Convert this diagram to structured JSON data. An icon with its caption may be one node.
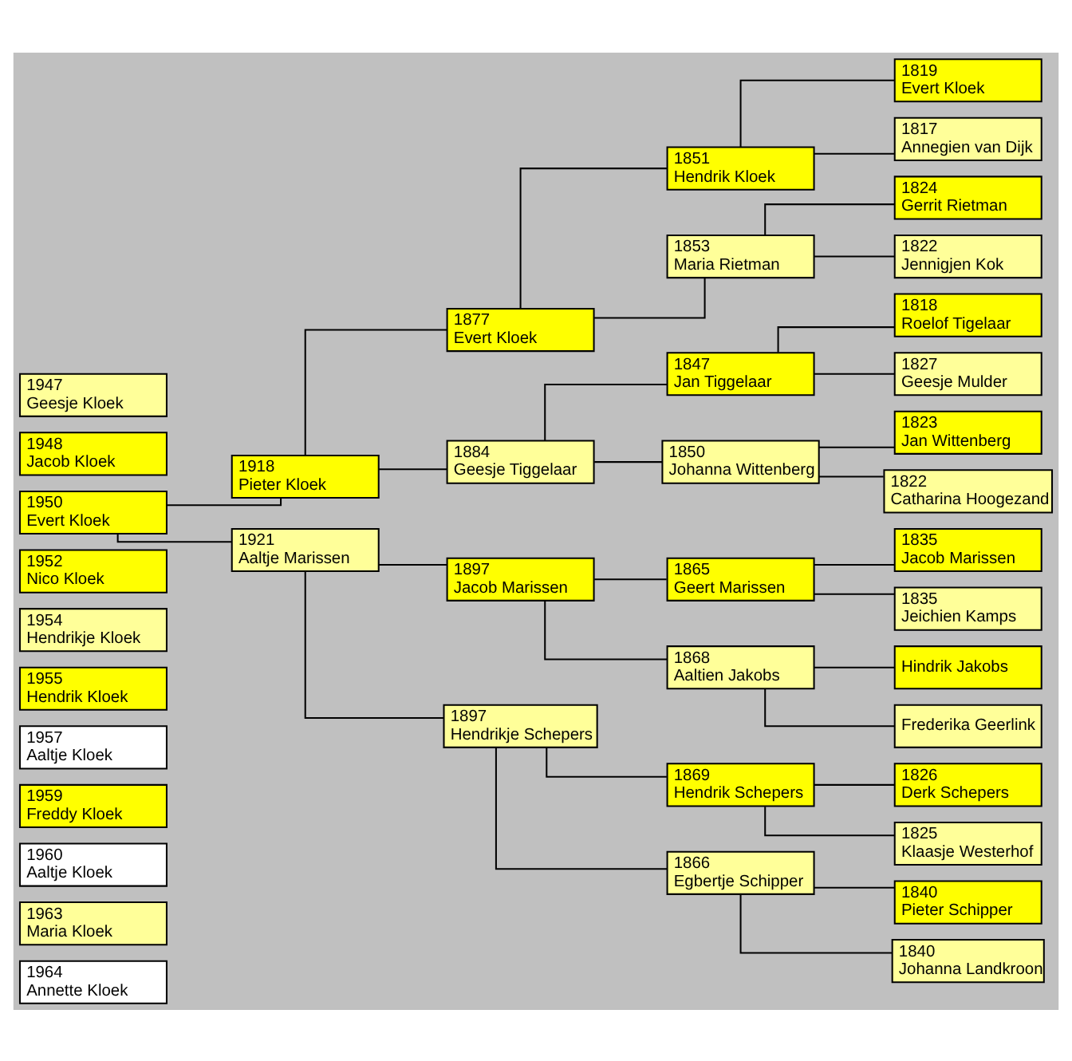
{
  "diagram": {
    "nodes": [
      {
        "text": [
          "1947",
          "Geesje Kloek"
        ]
      },
      {
        "text": [
          "1948",
          "Jacob Kloek"
        ]
      },
      {
        "text": [
          "1950",
          "Evert Kloek"
        ]
      },
      {
        "text": [
          "1952",
          "Nico Kloek"
        ]
      },
      {
        "text": [
          "1954",
          "Hendrikje Kloek"
        ]
      },
      {
        "text": [
          "1955",
          "Hendrik Kloek"
        ]
      },
      {
        "text": [
          "1957",
          "Aaltje Kloek"
        ]
      },
      {
        "text": [
          "1959",
          "Freddy Kloek"
        ]
      },
      {
        "text": [
          "1960",
          "Aaltje Kloek"
        ]
      },
      {
        "text": [
          "1963",
          "Maria Kloek"
        ]
      },
      {
        "text": [
          "1964",
          "Annette Kloek"
        ]
      },
      {
        "text": [
          "1918",
          "Pieter Kloek"
        ]
      },
      {
        "text": [
          "1921",
          "Aaltje Marissen"
        ]
      },
      {
        "text": [
          "1877",
          "Evert Kloek"
        ]
      },
      {
        "text": [
          "1884",
          "Geesje Tiggelaar"
        ]
      },
      {
        "text": [
          "1897",
          "Jacob Marissen"
        ]
      },
      {
        "text": [
          "1897",
          "Hendrikje Schepers"
        ]
      },
      {
        "text": [
          "1851",
          "Hendrik Kloek"
        ]
      },
      {
        "text": [
          "1853",
          "Maria Rietman"
        ]
      },
      {
        "text": [
          "1847",
          "Jan Tiggelaar"
        ]
      },
      {
        "text": [
          "1850",
          "Johanna Wittenberg"
        ]
      },
      {
        "text": [
          "1865",
          "Geert Marissen"
        ]
      },
      {
        "text": [
          "1868",
          "Aaltien Jakobs"
        ]
      },
      {
        "text": [
          "1869",
          "Hendrik Schepers"
        ]
      },
      {
        "text": [
          "1866",
          "Egbertje Schipper"
        ]
      },
      {
        "text": [
          "1819",
          "Evert Kloek"
        ]
      },
      {
        "text": [
          "1817",
          "Annegien van Dijk"
        ]
      },
      {
        "text": [
          "1824",
          "Gerrit Rietman"
        ]
      },
      {
        "text": [
          "1822",
          "Jennigjen Kok"
        ]
      },
      {
        "text": [
          "1818",
          "Roelof Tigelaar"
        ]
      },
      {
        "text": [
          "1827",
          "Geesje Mulder"
        ]
      },
      {
        "text": [
          "1823",
          "Jan Wittenberg"
        ]
      },
      {
        "text": [
          "1822",
          "Catharina Hoogezand"
        ]
      },
      {
        "text": [
          "1835",
          "Jacob Marissen"
        ]
      },
      {
        "text": [
          "1835",
          "Jeichien Kamps"
        ]
      },
      {
        "text": [
          "Hindrik Jakobs"
        ]
      },
      {
        "text": [
          "Frederika Geerlink"
        ]
      },
      {
        "text": [
          "1826",
          "Derk Schepers"
        ]
      },
      {
        "text": [
          "1825",
          "Klaasje Westerhof"
        ]
      },
      {
        "text": [
          "1840",
          "Pieter Schipper"
        ]
      },
      {
        "text": [
          "1840",
          "Johanna Landkroon"
        ]
      }
    ],
    "edges": [
      {
        "from": 2,
        "to": 11,
        "arrow": "none"
      },
      {
        "from": 2,
        "to": 12,
        "arrow": "none"
      },
      {
        "from": 11,
        "to": 13,
        "arrow": "none"
      },
      {
        "from": 11,
        "to": 14,
        "arrow": "none"
      },
      {
        "from": 12,
        "to": 15,
        "arrow": "none"
      },
      {
        "from": 12,
        "to": 16,
        "arrow": "none"
      },
      {
        "from": 13,
        "to": 17,
        "arrow": "none"
      },
      {
        "from": 13,
        "to": 18,
        "arrow": "none"
      },
      {
        "from": 14,
        "to": 19,
        "arrow": "none"
      },
      {
        "from": 14,
        "to": 20,
        "arrow": "none"
      },
      {
        "from": 15,
        "to": 21,
        "arrow": "none"
      },
      {
        "from": 15,
        "to": 22,
        "arrow": "none"
      },
      {
        "from": 16,
        "to": 23,
        "arrow": "none"
      },
      {
        "from": 16,
        "to": 24,
        "arrow": "none"
      },
      {
        "from": 17,
        "to": 25,
        "arrow": "none"
      },
      {
        "from": 17,
        "to": 26,
        "arrow": "none"
      },
      {
        "from": 18,
        "to": 27,
        "arrow": "none"
      },
      {
        "from": 18,
        "to": 28,
        "arrow": "none"
      },
      {
        "from": 19,
        "to": 29,
        "arrow": "none"
      },
      {
        "from": 19,
        "to": 30,
        "arrow": "none"
      },
      {
        "from": 20,
        "to": 31,
        "arrow": "none"
      },
      {
        "from": 20,
        "to": 32,
        "arrow": "none"
      },
      {
        "from": 21,
        "to": 33,
        "arrow": "none"
      },
      {
        "from": 21,
        "to": 34,
        "arrow": "none"
      },
      {
        "from": 22,
        "to": 35,
        "arrow": "none"
      },
      {
        "from": 22,
        "to": 36,
        "arrow": "none"
      },
      {
        "from": 23,
        "to": 37,
        "arrow": "none"
      },
      {
        "from": 23,
        "to": 38,
        "arrow": "none"
      },
      {
        "from": 24,
        "to": 39,
        "arrow": "none"
      },
      {
        "from": 24,
        "to": 40,
        "arrow": "none"
      }
    ]
  }
}
